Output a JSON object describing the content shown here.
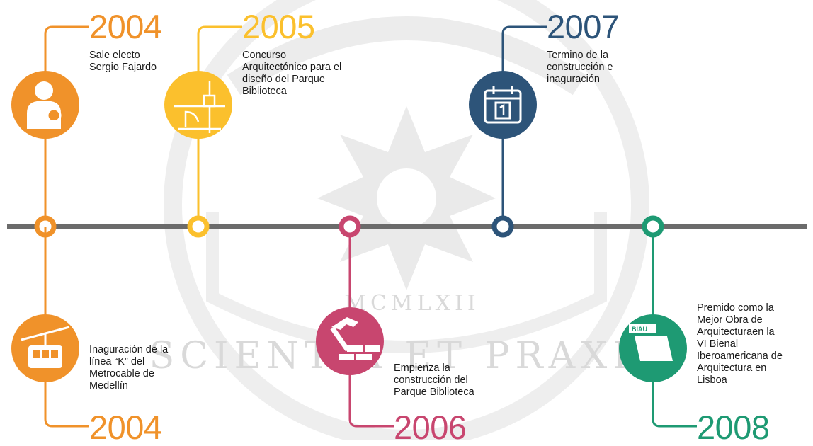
{
  "watermark": {
    "motto": "SCIENTIA ET PRAXIS",
    "numeral": "MCMLXII"
  },
  "colors": {
    "orange": "#f0922a",
    "yellow": "#fbc02d",
    "rose": "#c8466f",
    "navy": "#2d5479",
    "green": "#1e9a73",
    "axis": "#6b6b6b"
  },
  "events": [
    {
      "year": "2004",
      "lines": [
        "Sale electo",
        "Sergio Fajardo"
      ],
      "icon": "person-award-icon",
      "color": "#f0922a",
      "position": "above"
    },
    {
      "year": "2005",
      "lines": [
        "Concurso",
        "Arquitectónico para el",
        "diseño del Parque",
        "Biblioteca"
      ],
      "icon": "architecture-plan-icon",
      "color": "#fbc02d",
      "position": "above"
    },
    {
      "year": "2007",
      "lines": [
        "Termino de la",
        "construcción e",
        "inaguración"
      ],
      "icon": "calendar-icon",
      "color": "#2d5479",
      "position": "above"
    },
    {
      "year": "2004",
      "lines": [
        "Inaguración de la",
        "línea “K” del",
        "Metrocable de",
        "Medellín"
      ],
      "icon": "cable-car-icon",
      "color": "#f0922a",
      "position": "below"
    },
    {
      "year": "2006",
      "lines": [
        "Empienza la",
        "construcción del",
        "Parque Biblioteca"
      ],
      "icon": "hammer-bricks-icon",
      "color": "#c8466f",
      "position": "below"
    },
    {
      "year": "2008",
      "lines": [
        "Premido como la",
        "Mejor Obra de",
        "Arquitecturaen la",
        "VI Bienal",
        "Iberoamericana de",
        "Arquitectura en",
        "Lisboa"
      ],
      "icon": "award-certificate-icon",
      "color": "#1e9a73",
      "position": "below",
      "badge": "BIAU"
    }
  ]
}
